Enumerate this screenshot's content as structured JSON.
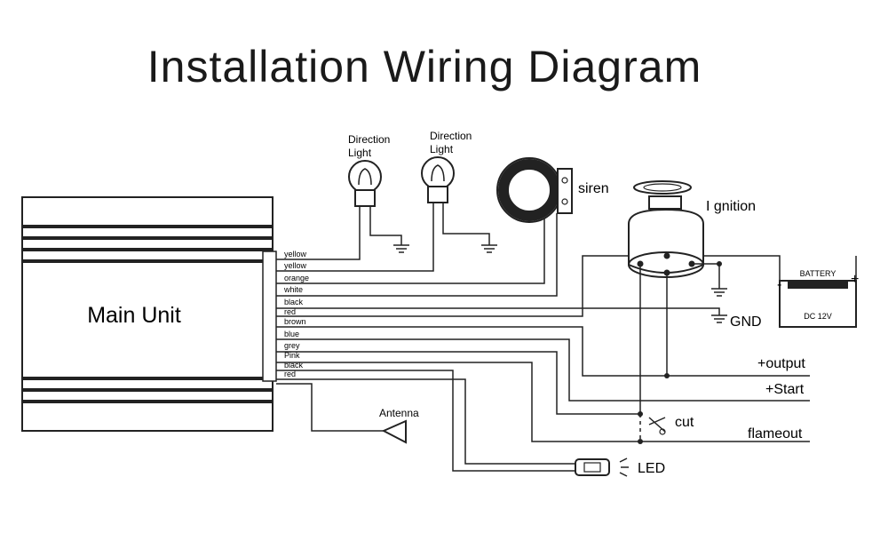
{
  "title": "Installation Wiring Diagram",
  "main_unit": {
    "label": "Main Unit"
  },
  "wires": [
    "yellow",
    "yellow",
    "orange",
    "white",
    "black",
    "red",
    "brown",
    "blue",
    "grey",
    "Pink",
    "black",
    "red"
  ],
  "components": {
    "direction_light_1": "Direction\nLight",
    "direction_light_2": "Direction\nLight",
    "siren": "siren",
    "ignition": "I gnition",
    "battery": "BATTERY",
    "battery_voltage": "DC  12V",
    "gnd": "GND",
    "antenna": "Antenna",
    "cut": "cut",
    "led": "LED"
  },
  "outputs": {
    "output": "+output",
    "start": "+Start",
    "flameout": "flameout"
  },
  "battery_terminals": {
    "neg": "-",
    "pos": "+"
  }
}
